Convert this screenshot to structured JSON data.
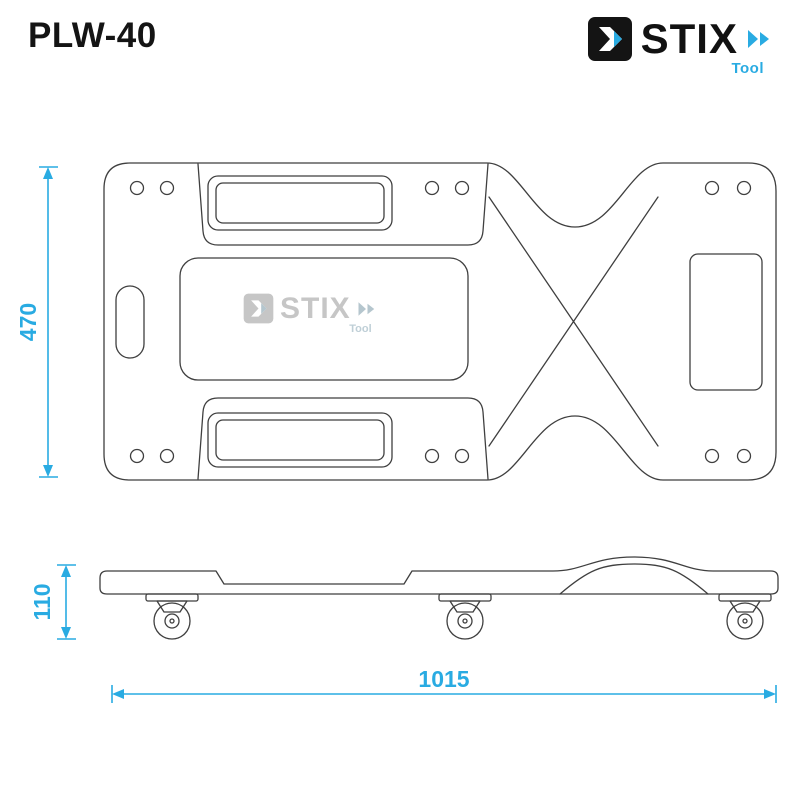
{
  "title": "PLW-40",
  "brand": {
    "name": "STIX",
    "tagline": "Tool",
    "accent": "#29abe2",
    "mark_color": "#141414"
  },
  "watermark": {
    "name": "STIX",
    "tagline": "Tool",
    "color": "#c3c3c3"
  },
  "drawing": {
    "line_color": "#3f3f3f",
    "views": {
      "top": "top-view-creeper",
      "side": "side-view-creeper"
    }
  },
  "dimensions": {
    "width_label": "470",
    "height_label": "110",
    "length_label": "1015",
    "accent": "#29abe2"
  }
}
